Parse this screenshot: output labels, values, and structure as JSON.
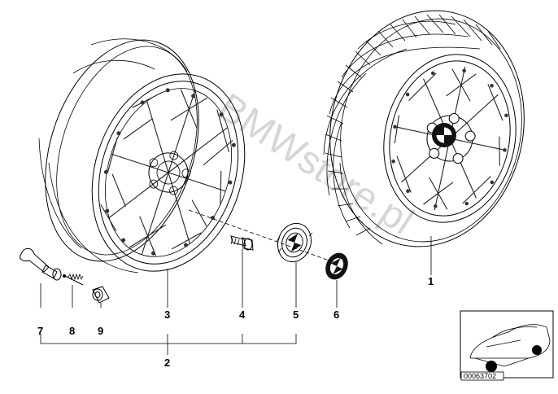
{
  "callouts": {
    "n1": "1",
    "n2": "2",
    "n3": "3",
    "n4": "4",
    "n5": "5",
    "n6": "6",
    "n7": "7",
    "n8": "8",
    "n9": "9"
  },
  "watermark": "BMWstore.pl",
  "inset": {
    "code": "00063702"
  },
  "colors": {
    "line": "#000000",
    "watermark": "#d6d6d6"
  }
}
